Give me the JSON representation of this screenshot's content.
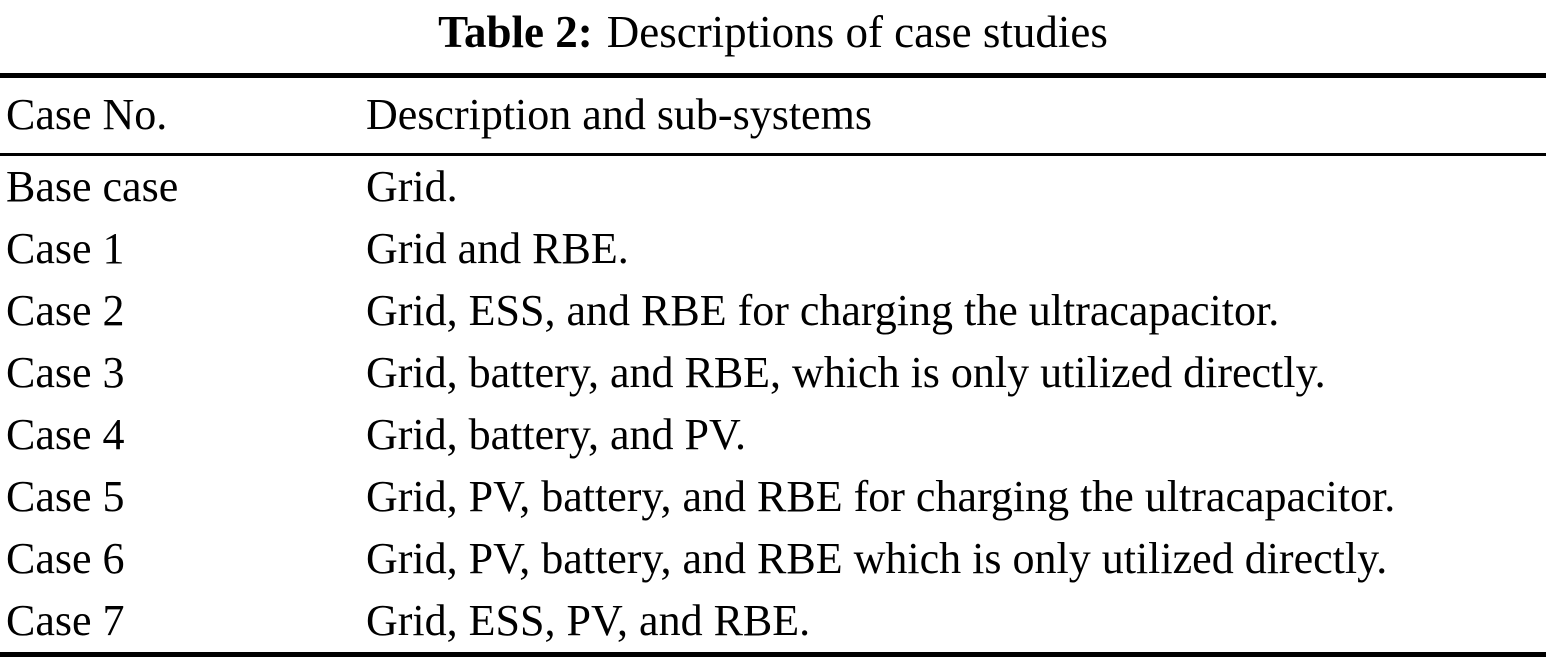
{
  "table": {
    "caption": {
      "label": "Table 2:",
      "text": "Descriptions of case studies"
    },
    "columns": {
      "case": "Case No.",
      "description": "Description and sub-systems"
    },
    "rows": [
      {
        "case": "Base case",
        "description": "Grid."
      },
      {
        "case": "Case 1",
        "description": "Grid and RBE."
      },
      {
        "case": "Case 2",
        "description": "Grid, ESS, and RBE for charging the ultracapacitor."
      },
      {
        "case": "Case 3",
        "description": "Grid, battery, and RBE, which is only utilized directly."
      },
      {
        "case": "Case 4",
        "description": "Grid, battery, and PV."
      },
      {
        "case": "Case 5",
        "description": "Grid, PV, battery, and RBE for charging the ultracapacitor."
      },
      {
        "case": "Case 6",
        "description": "Grid, PV, battery, and RBE which is only utilized directly."
      },
      {
        "case": "Case 7",
        "description": "Grid, ESS, PV, and RBE."
      }
    ]
  }
}
